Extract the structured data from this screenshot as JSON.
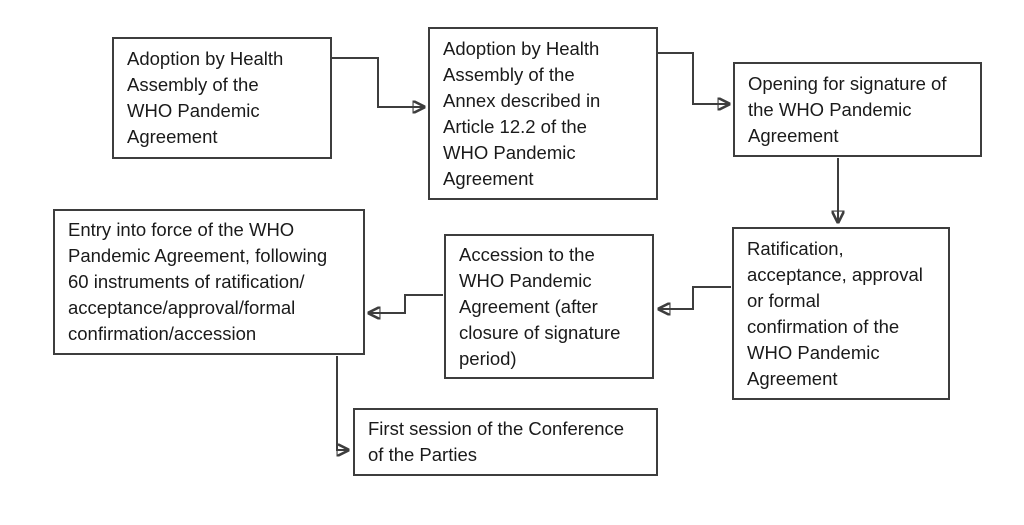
{
  "diagram": {
    "title": "WHO Pandemic Agreement process flowchart",
    "colors": {
      "background": "#ffffff",
      "box_fill": "#ffffff",
      "box_border": "#3d3d3d",
      "arrow_line": "#3d3d3d",
      "arrowhead": "#111111",
      "text": "#1a1a1a"
    },
    "nodes": [
      {
        "id": "adoption-agreement",
        "text": "Adoption by Health\nAssembly of the\nWHO Pandemic\nAgreement"
      },
      {
        "id": "adoption-annex",
        "text": "Adoption by Health\nAssembly of the\nAnnex described in\nArticle 12.2 of the\nWHO Pandemic\nAgreement"
      },
      {
        "id": "opening-signature",
        "text": "Opening for signature of\nthe WHO Pandemic\nAgreement"
      },
      {
        "id": "ratification",
        "text": "Ratification,\nacceptance, approval\nor formal\nconfirmation of the\nWHO Pandemic\nAgreement"
      },
      {
        "id": "accession",
        "text": "Accession to the\nWHO Pandemic\nAgreement (after\nclosure of signature\nperiod)"
      },
      {
        "id": "entry-into-force",
        "text": "Entry into force of the WHO\nPandemic Agreement, following\n60 instruments of ratification/\nacceptance/approval/formal\nconfirmation/accession"
      },
      {
        "id": "first-session-cop",
        "text": "First session of the Conference\nof the Parties"
      }
    ],
    "edges": [
      {
        "from": "adoption-agreement",
        "to": "adoption-annex"
      },
      {
        "from": "adoption-annex",
        "to": "opening-signature"
      },
      {
        "from": "opening-signature",
        "to": "ratification"
      },
      {
        "from": "ratification",
        "to": "accession"
      },
      {
        "from": "accession",
        "to": "entry-into-force"
      },
      {
        "from": "entry-into-force",
        "to": "first-session-cop"
      }
    ]
  }
}
